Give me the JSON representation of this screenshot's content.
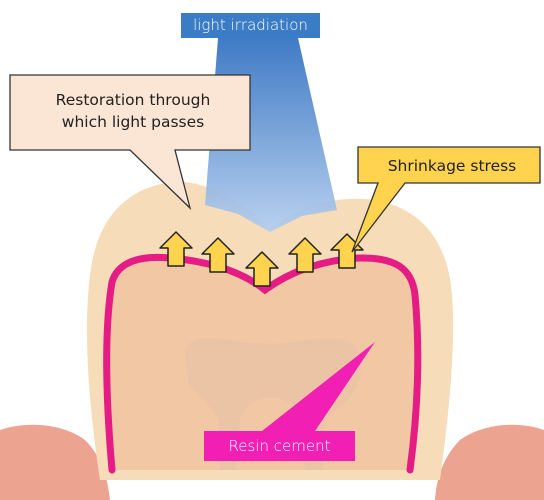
{
  "labels": {
    "light_irradiation": "light irradiation",
    "restoration_line1": "Restoration through",
    "restoration_line2": "which light passes",
    "shrinkage_stress": "Shrinkage stress",
    "resin_cement": "Resin cement"
  },
  "colors": {
    "light_beam_top": "#2f6fc0",
    "light_beam_bottom": "#a9c6ea",
    "tooth_outer": "#f6dcb9",
    "tooth_inner": "#f1c8a3",
    "pulp": "#eac4a4",
    "resin_cement_line": "#e51c84",
    "gum": "#eca38f",
    "arrow_fill": "#ffd34d",
    "arrow_stroke": "#222222",
    "callout_restoration_fill": "#fbe6d6",
    "callout_shrinkage_fill": "#ffd34d",
    "label_light_bg": "#3b7cc6",
    "label_resin_bg": "#f11fb4"
  },
  "arrow_count": 5
}
